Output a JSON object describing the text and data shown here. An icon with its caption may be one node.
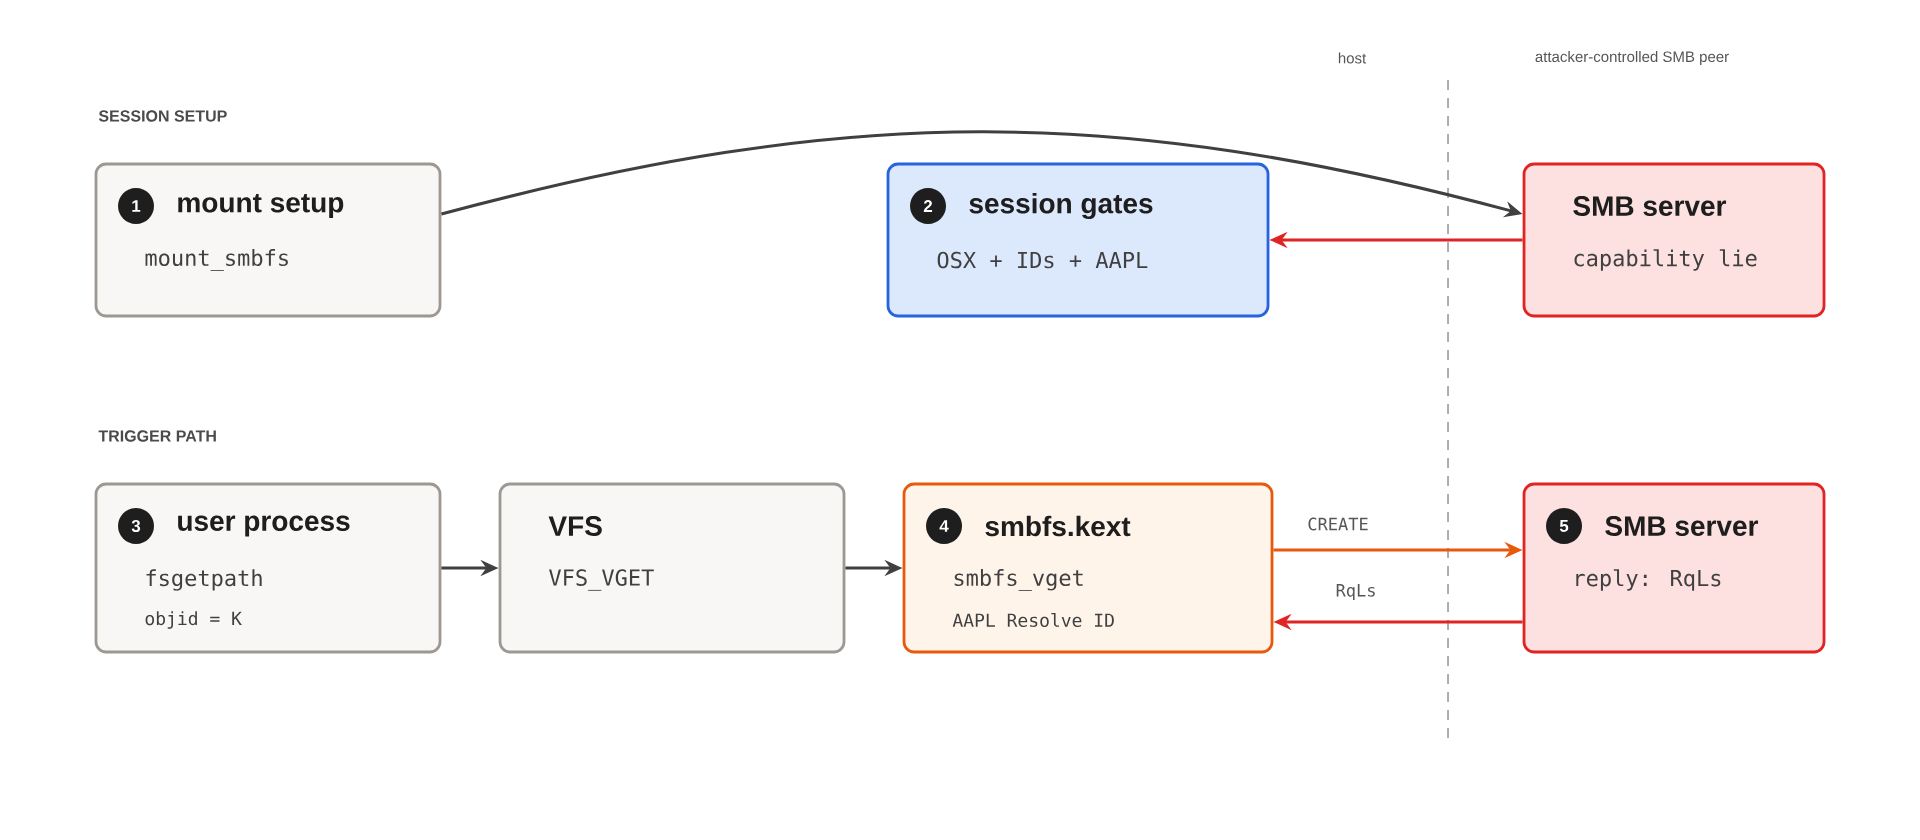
{
  "diagram": {
    "nodes": [
      {
        "text": [
          "1",
          "mount setup",
          "mount_smbfs"
        ]
      },
      {
        "text": [
          "2",
          "session gates",
          "OSX + IDs + AAPL"
        ]
      },
      {
        "text": [
          "SMB server",
          "capability lie"
        ]
      },
      {
        "text": [
          "3",
          "user process",
          "fsgetpath",
          "objid = K"
        ]
      },
      {
        "text": [
          "VFS",
          "VFS_VGET"
        ]
      },
      {
        "text": [
          "4",
          "smbfs.kext",
          "smbfs_vget",
          "AAPL Resolve ID"
        ]
      },
      {
        "text": [
          "5",
          "SMB server",
          "reply: RqLs"
        ]
      }
    ],
    "edges": [
      {
        "from": 0,
        "to": 2,
        "arrow": "to"
      },
      {
        "from": 2,
        "to": 1,
        "arrow": "to",
        "color": "#e02424"
      },
      {
        "from": 3,
        "to": 4,
        "arrow": "to"
      },
      {
        "from": 4,
        "to": 5,
        "arrow": "to"
      },
      {
        "from": 5,
        "to": 6,
        "arrow": "to",
        "label": "CREATE",
        "color": "#e8590c"
      },
      {
        "from": 6,
        "to": 5,
        "arrow": "to",
        "label": "RqLs",
        "color": "#e02424"
      }
    ],
    "labels": [
      "host",
      "attacker-controlled SMB peer",
      "SESSION SETUP",
      "TRIGGER PATH"
    ]
  }
}
